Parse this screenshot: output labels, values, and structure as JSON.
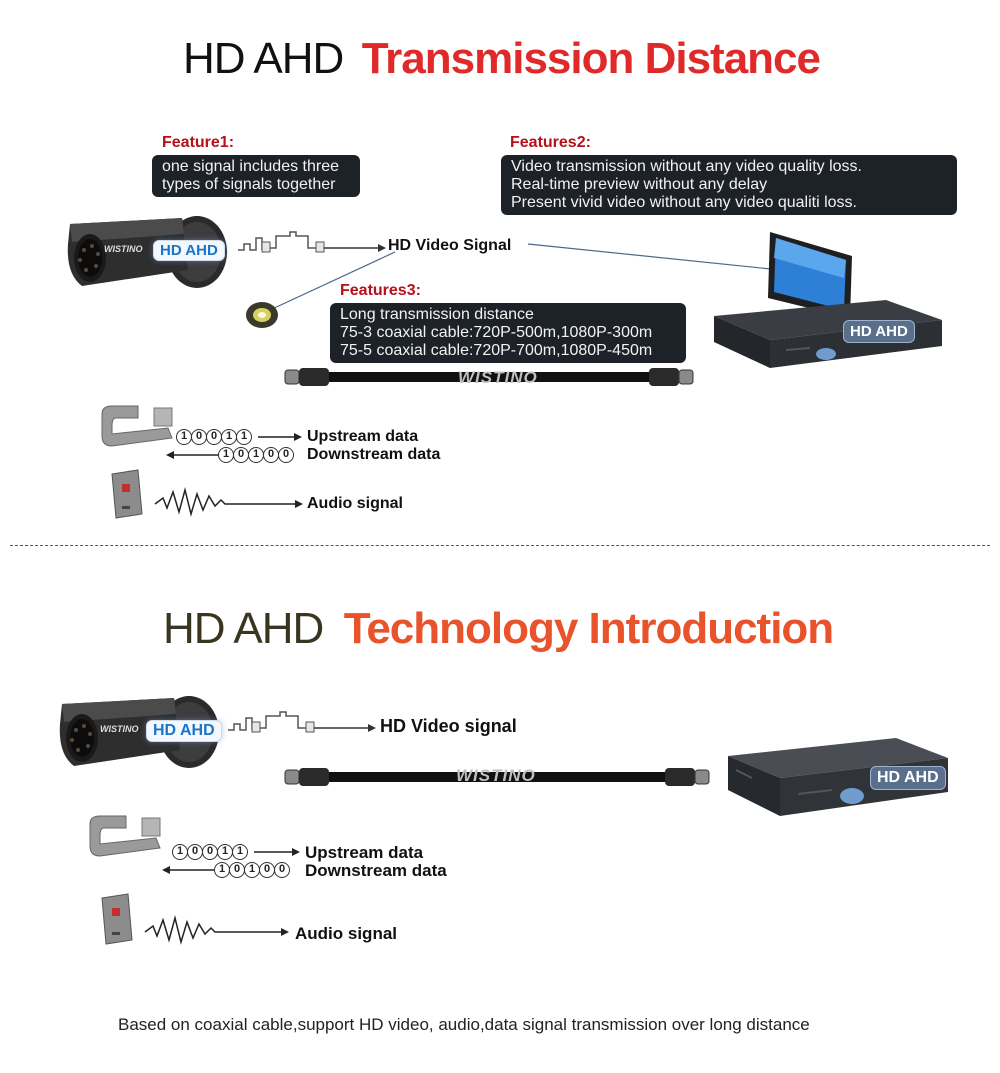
{
  "section1": {
    "title_prefix": "HD AHD",
    "title_main": "Transmission Distance",
    "feature1": {
      "title": "Feature1:",
      "lines": [
        "one signal includes three",
        "types of signals together"
      ]
    },
    "feature2": {
      "title": "Features2:",
      "lines": [
        "Video transmission without any video quality loss.",
        "Real-time preview without any delay",
        "Present vivid video without any video qualiti loss."
      ]
    },
    "feature3": {
      "title": "Features3:",
      "lines": [
        "Long transmission distance",
        "75-3 coaxial cable:720P-500m,1080P-300m",
        "75-5 coaxial cable:720P-700m,1080P-450m"
      ]
    },
    "camera_badge": "HD AHD",
    "dvr_badge": "HD AHD",
    "video_signal_label": "HD Video Signal",
    "upstream_label": "Upstream data",
    "downstream_label": "Downstream data",
    "upstream_bits": [
      "1",
      "0",
      "0",
      "1",
      "1"
    ],
    "downstream_bits": [
      "1",
      "0",
      "1",
      "0",
      "0"
    ],
    "audio_label": "Audio signal",
    "brand": "WISTINO"
  },
  "section2": {
    "title_prefix": "HD AHD",
    "title_main": "Technology Introduction",
    "camera_badge": "HD AHD",
    "dvr_badge": "HD AHD",
    "video_signal_label": "HD Video signal",
    "upstream_label": "Upstream data",
    "downstream_label": "Downstream data",
    "upstream_bits": [
      "1",
      "0",
      "0",
      "1",
      "1"
    ],
    "downstream_bits": [
      "1",
      "0",
      "1",
      "0",
      "0"
    ],
    "audio_label": "Audio signal",
    "brand": "WISTINO",
    "caption": "Based on coaxial cable,support HD video, audio,data signal transmission over long distance"
  },
  "colors": {
    "accent_red": "#e02a2a",
    "feature_red": "#b4121b",
    "badge_blue": "#1a74c7",
    "box_dark": "#1d2128"
  },
  "icons": [
    "camera-icon",
    "dvr-icon",
    "monitor-icon",
    "bnc-cable-icon",
    "ptz-bracket-icon",
    "audio-module-icon",
    "waveform-icon",
    "signal-wave-icon",
    "chip-icon"
  ]
}
